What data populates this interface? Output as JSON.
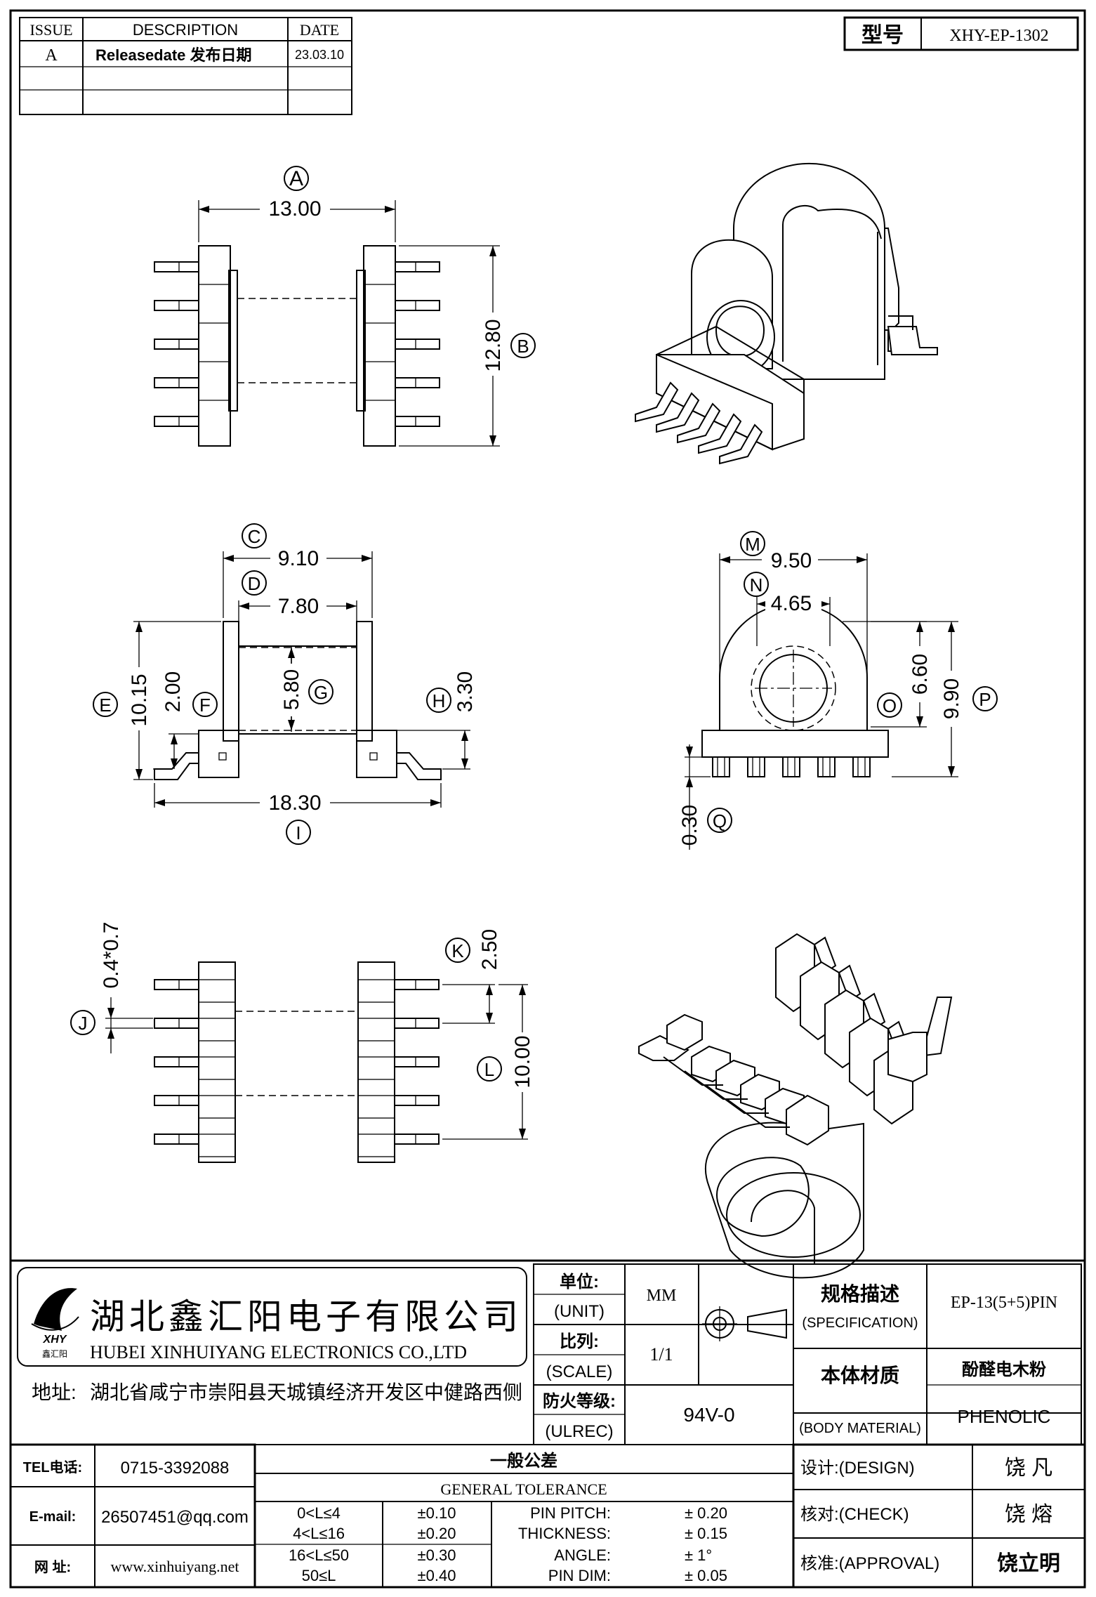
{
  "revision_table": {
    "headers": {
      "issue": "ISSUE",
      "description": "DESCRIPTION",
      "date": "DATE"
    },
    "rows": [
      {
        "issue": "A",
        "description": "Releasedate 发布日期",
        "date": "23.03.10"
      }
    ]
  },
  "model": {
    "label": "型号",
    "value": "XHY-EP-1302"
  },
  "dimensions": {
    "A": {
      "balloon": "A",
      "value": "13.00"
    },
    "B": {
      "balloon": "B",
      "value": "12.80"
    },
    "C": {
      "balloon": "C",
      "value": "9.10"
    },
    "D": {
      "balloon": "D",
      "value": "7.80"
    },
    "E": {
      "balloon": "E",
      "value": "10.15"
    },
    "F": {
      "balloon": "F",
      "value": "2.00"
    },
    "G": {
      "balloon": "G",
      "value": "5.80"
    },
    "H": {
      "balloon": "H",
      "value": "3.30"
    },
    "I": {
      "balloon": "I",
      "value": "18.30"
    },
    "M": {
      "balloon": "M",
      "value": "9.50"
    },
    "N": {
      "balloon": "N",
      "value": "4.65"
    },
    "O": {
      "balloon": "O",
      "value": "6.60"
    },
    "P": {
      "balloon": "P",
      "value": "9.90"
    },
    "Q": {
      "balloon": "Q",
      "value": "0.30"
    },
    "J": {
      "balloon": "J",
      "value": "0.4*0.7"
    },
    "K": {
      "balloon": "K",
      "value": "2.50"
    },
    "L": {
      "balloon": "L",
      "value": "10.00"
    }
  },
  "company": {
    "name_cn": "湖北鑫汇阳电子有限公司",
    "name_en": "HUBEI XINHUIYANG ELECTRONICS CO.,LTD",
    "address_label": "地址:",
    "address": "湖北省咸宁市崇阳县天城镇经济开发区中健路西侧",
    "logo_text": "XHY",
    "logo_subtext": "鑫汇阳"
  },
  "units": {
    "label_cn": "单位:",
    "label_en": "(UNIT)",
    "value": "MM"
  },
  "scale": {
    "label_cn": "比列:",
    "label_en": "(SCALE)",
    "value": "1/1"
  },
  "fire_rating": {
    "label_cn": "防火等级:",
    "label_en": "(ULREC)",
    "value": "94V-0"
  },
  "specification": {
    "label_cn": "规格描述",
    "label_en": "(SPECIFICATION)",
    "value": "EP-13(5+5)PIN"
  },
  "body_material": {
    "label_cn": "本体材质",
    "label_en": "(BODY MATERIAL)",
    "value_cn": "酚醛电木粉",
    "value_en": "PHENOLIC"
  },
  "contact": {
    "tel_label": "TEL电话:",
    "tel": "0715-3392088",
    "email_label": "E-mail:",
    "email": "26507451@qq.com",
    "web_label": "网  址:",
    "web": "www.xinhuiyang.net"
  },
  "tolerance": {
    "title_cn": "一般公差",
    "title_en": "GENERAL TOLERANCE",
    "ranges": [
      {
        "range": "0<L≤4",
        "tol": "±0.10"
      },
      {
        "range": "4<L≤16",
        "tol": "±0.20"
      },
      {
        "range": "16<L≤50",
        "tol": "±0.30"
      },
      {
        "range": "50≤L",
        "tol": "±0.40"
      }
    ],
    "items": [
      {
        "label": "PIN PITCH:",
        "value": "± 0.20"
      },
      {
        "label": "THICKNESS:",
        "value": "± 0.15"
      },
      {
        "label": "ANGLE:",
        "value": "± 1°"
      },
      {
        "label": "PIN DIM:",
        "value": "± 0.05"
      }
    ]
  },
  "signoff": {
    "design_label": "设计:(DESIGN)",
    "design": "饶  凡",
    "check_label": "核对:(CHECK)",
    "check": "饶  熔",
    "approval_label": "核准:(APPROVAL)",
    "approval": "饶立明"
  }
}
